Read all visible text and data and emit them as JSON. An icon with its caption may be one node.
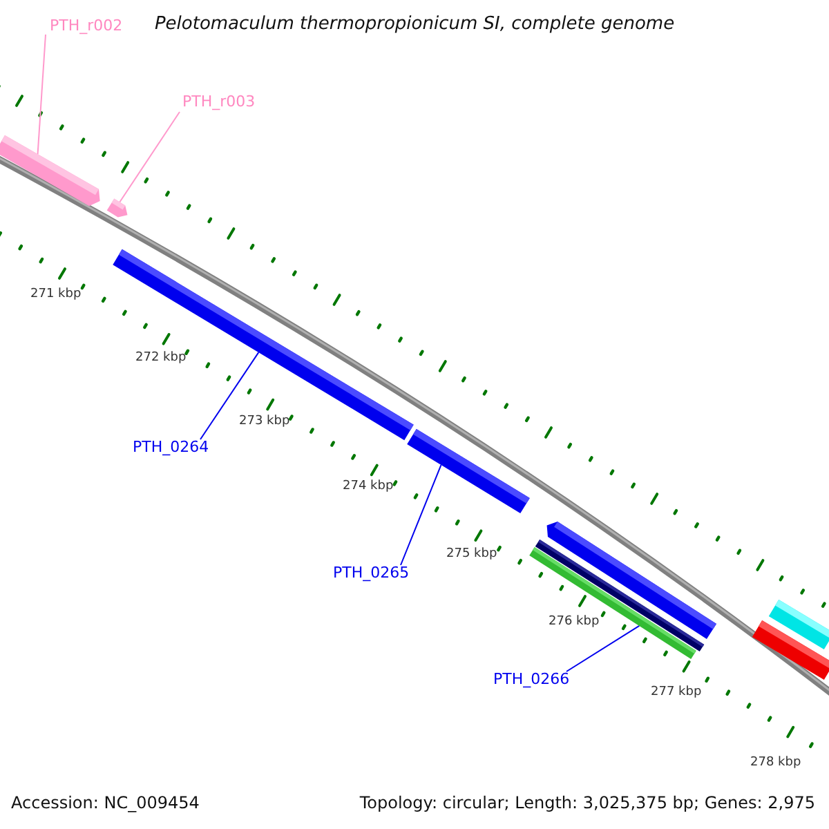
{
  "diagram": {
    "title": "Pelotomaculum thermopropionicum SI, complete genome",
    "nodes": [
      {
        "text": [
          "PTH_r002"
        ]
      },
      {
        "text": [
          "PTH_r003"
        ]
      },
      {
        "text": [],
        "shape": "bar"
      },
      {
        "text": [],
        "shape": "bar"
      },
      {
        "text": [],
        "shape": "bar"
      },
      {
        "text": [
          "PTH_0264"
        ]
      },
      {
        "text": [],
        "shape": "bar"
      },
      {
        "text": [
          "PTH_0265"
        ]
      },
      {
        "text": [],
        "shape": "bar"
      },
      {
        "text": [],
        "shape": "bar"
      },
      {
        "text": [],
        "shape": "bar"
      },
      {
        "text": [
          "PTH_0266"
        ]
      },
      {
        "text": [],
        "shape": "bar"
      },
      {
        "text": [],
        "shape": "bar"
      }
    ],
    "edges": [
      {
        "from": 0,
        "to": 2,
        "arrow": "none",
        "color": "#ff99cc"
      },
      {
        "from": 1,
        "to": 3,
        "arrow": "none",
        "color": "#ff99cc"
      },
      {
        "from": 5,
        "to": 4,
        "arrow": "none"
      },
      {
        "from": 7,
        "to": 6,
        "arrow": "none"
      },
      {
        "from": 11,
        "to": 10,
        "arrow": "none"
      }
    ],
    "labels": [
      "271 kbp",
      "272 kbp",
      "273 kbp",
      "274 kbp",
      "275 kbp",
      "276 kbp",
      "277 kbp",
      "278 kbp",
      "Accession: NC_009454",
      "Topology: circular; Length: 3,025,375 bp; Genes: 2,975"
    ]
  }
}
